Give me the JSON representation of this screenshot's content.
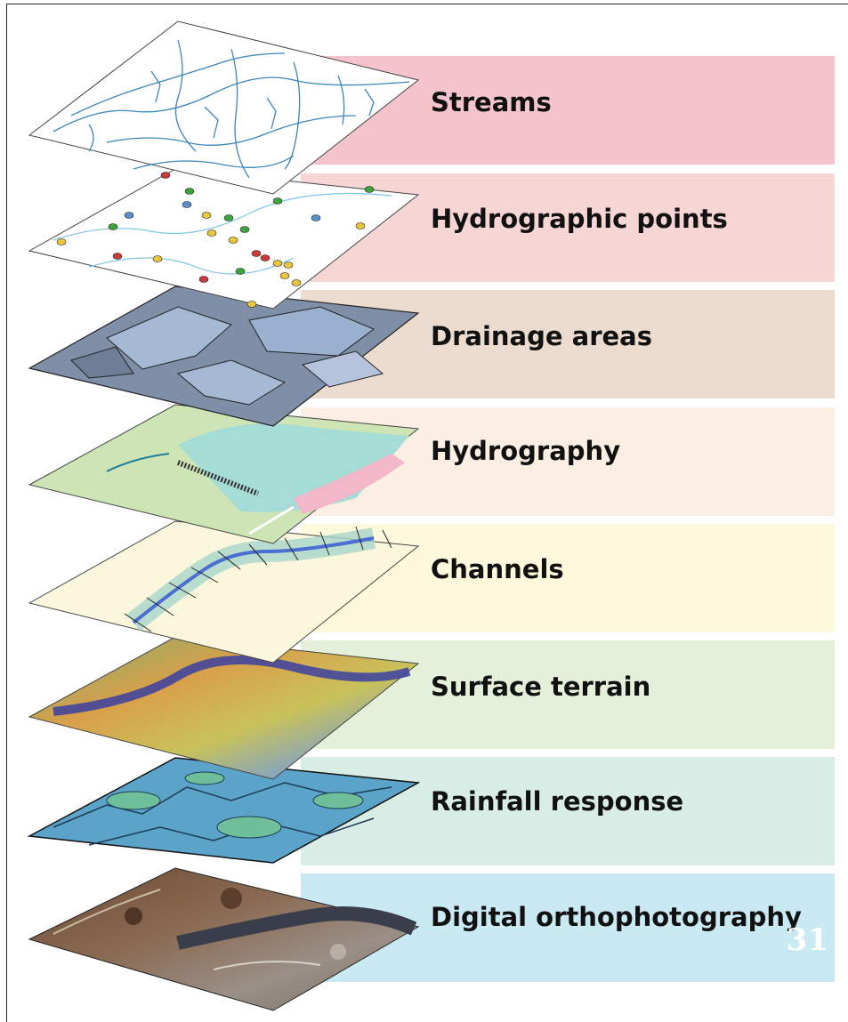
{
  "layers": [
    {
      "label": "Streams",
      "band_color": "#f4c3cb"
    },
    {
      "label": "Hydrographic points",
      "band_color": "#f5d6d4"
    },
    {
      "label": "Drainage areas",
      "band_color": "#ecdcd0"
    },
    {
      "label": "Hydrography",
      "band_color": "#fbeee2"
    },
    {
      "label": "Channels",
      "band_color": "#fcf9dc"
    },
    {
      "label": "Surface terrain",
      "band_color": "#e5f0da"
    },
    {
      "label": "Rainfall response",
      "band_color": "#d8ede6"
    },
    {
      "label": "Digital orthophotography",
      "band_color": "#c9e9f3"
    }
  ],
  "slide_number": "31"
}
